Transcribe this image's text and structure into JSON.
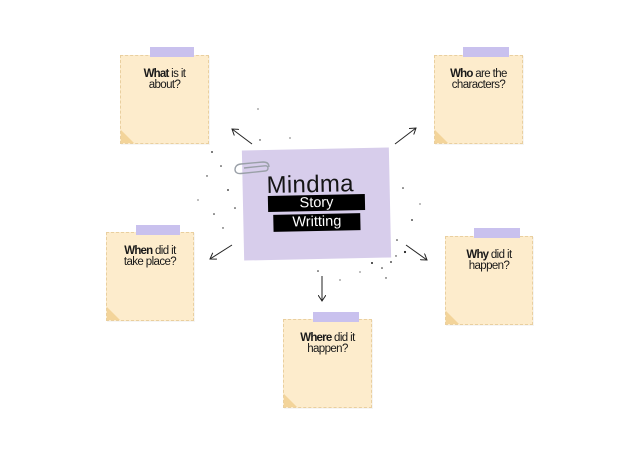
{
  "center": {
    "title": "Mindma",
    "subtitle_line1": "Story",
    "subtitle_line2": "Writting"
  },
  "notes": [
    {
      "bold": "What",
      "rest": "is it",
      "line2": "about?"
    },
    {
      "bold": "Who",
      "rest": "are the",
      "line2": "characters?"
    },
    {
      "bold": "When",
      "rest": "did it",
      "line2": "take place?"
    },
    {
      "bold": "Why",
      "rest": "did it",
      "line2": "happen?"
    },
    {
      "bold": "Where",
      "rest": "did it",
      "line2": "happen?"
    }
  ],
  "colors": {
    "note": "#fdeccc",
    "tape": "#c9c1ee",
    "center_card": "#d7cdeb"
  }
}
